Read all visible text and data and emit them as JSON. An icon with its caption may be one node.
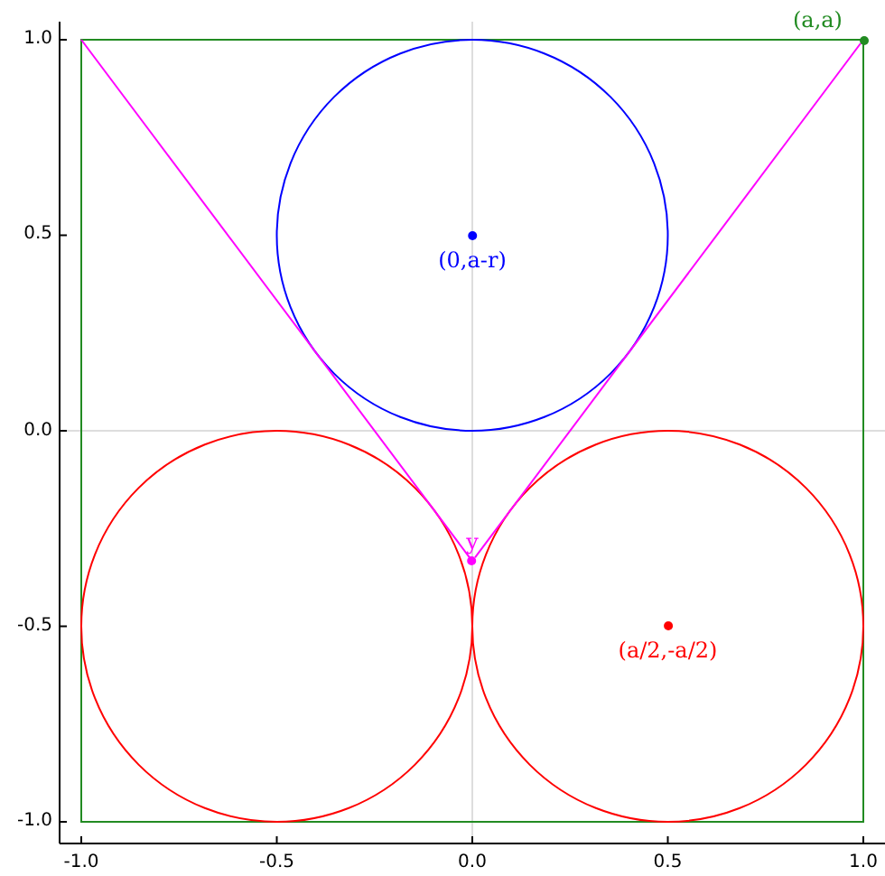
{
  "diagram": {
    "nodes": [
      {
        "text": [
          "(a,a)"
        ]
      },
      {
        "text": [
          "(0,a-r)"
        ]
      },
      {
        "text": [
          "y"
        ]
      },
      {
        "text": [
          "(a/2,-a/2)"
        ]
      }
    ],
    "edges": [
      {
        "from": null,
        "to": 2,
        "arrow": "none"
      },
      {
        "from": 0,
        "to": 2,
        "arrow": "none"
      }
    ],
    "labels": [
      "1.0",
      "0.5",
      "0.0",
      "-0.5",
      "-1.0",
      "-1.0",
      "-0.5",
      "0.0",
      "0.5",
      "1.0"
    ]
  }
}
